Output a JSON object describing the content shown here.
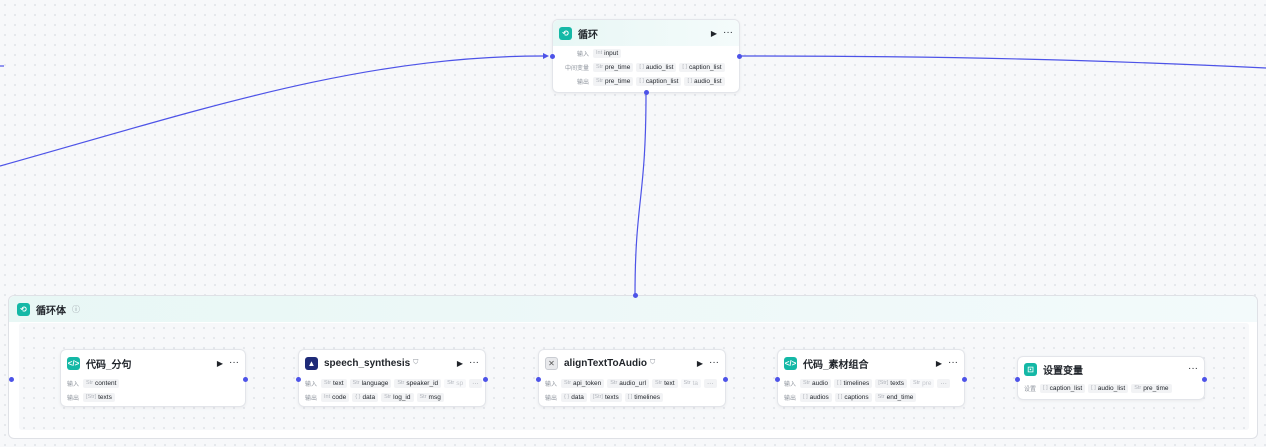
{
  "loop_node": {
    "title": "循环",
    "inputs_label": "输入",
    "inputs": [
      {
        "type": "Int",
        "name": "input"
      }
    ],
    "vars_label": "中间变量",
    "vars": [
      {
        "type": "Str",
        "name": "pre_time"
      },
      {
        "type": "[ ]",
        "name": "audio_list"
      },
      {
        "type": "[ ]",
        "name": "caption_list"
      }
    ],
    "outputs_label": "输出",
    "outputs": [
      {
        "type": "Str",
        "name": "pre_time"
      },
      {
        "type": "[ ]",
        "name": "caption_list"
      },
      {
        "type": "[ ]",
        "name": "audio_list"
      }
    ]
  },
  "loop_body": {
    "title": "循环体",
    "info_icon": "info-circle-icon"
  },
  "code_split": {
    "title": "代码_分句",
    "inputs_label": "输入",
    "inputs": [
      {
        "type": "Str",
        "name": "content"
      }
    ],
    "outputs_label": "输出",
    "outputs": [
      {
        "type": "[Str]",
        "name": "texts"
      }
    ]
  },
  "speech": {
    "title": "speech_synthesis",
    "inputs_label": "输入",
    "inputs": [
      {
        "type": "Str",
        "name": "text"
      },
      {
        "type": "Str",
        "name": "language"
      },
      {
        "type": "Str",
        "name": "speaker_id"
      },
      {
        "type": "Str",
        "name": "sp"
      }
    ],
    "outputs_label": "输出",
    "outputs": [
      {
        "type": "Int",
        "name": "code"
      },
      {
        "type": "{ }",
        "name": "data"
      },
      {
        "type": "Str",
        "name": "log_id"
      },
      {
        "type": "Str",
        "name": "msg"
      }
    ]
  },
  "align": {
    "title": "alignTextToAudio",
    "inputs_label": "输入",
    "inputs": [
      {
        "type": "Str",
        "name": "api_token"
      },
      {
        "type": "Str",
        "name": "audio_url"
      },
      {
        "type": "Str",
        "name": "text"
      },
      {
        "type": "Str",
        "name": "ta"
      }
    ],
    "outputs_label": "输出",
    "outputs": [
      {
        "type": "{ }",
        "name": "data"
      },
      {
        "type": "[Str]",
        "name": "texts"
      },
      {
        "type": "[ ]",
        "name": "timelines"
      }
    ]
  },
  "code_combine": {
    "title": "代码_素材组合",
    "inputs_label": "输入",
    "inputs": [
      {
        "type": "Str",
        "name": "audio"
      },
      {
        "type": "[ ]",
        "name": "timelines"
      },
      {
        "type": "[Str]",
        "name": "texts"
      },
      {
        "type": "Str",
        "name": "pre"
      }
    ],
    "outputs_label": "输出",
    "outputs": [
      {
        "type": "[ ]",
        "name": "audios"
      },
      {
        "type": "[ ]",
        "name": "captions"
      },
      {
        "type": "Str",
        "name": "end_time"
      }
    ]
  },
  "set_var": {
    "title": "设置变量",
    "set_label": "设置",
    "items": [
      {
        "type": "[ ]",
        "name": "caption_list"
      },
      {
        "type": "[ ]",
        "name": "audio_list"
      },
      {
        "type": "Str",
        "name": "pre_time"
      }
    ]
  },
  "colors": {
    "edge": "#4d53e8",
    "accent": "#14b8a6"
  }
}
